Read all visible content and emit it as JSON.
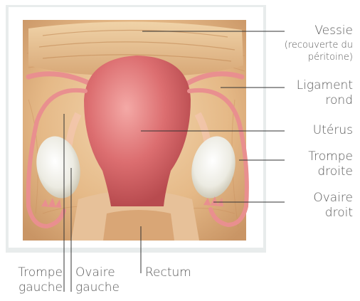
{
  "colors": {
    "label_text": "#5a5a5a",
    "leader_line": "#333333",
    "tissue": "#e2b98a",
    "uterus": "#d8676a",
    "ovary": "#f3f1ea",
    "tube": "#e98f8f",
    "frame_shadow": "#dfe3e3"
  },
  "labels": {
    "vessie": "Vessie",
    "vessie_sub1": "(recouverte du",
    "vessie_sub2": "péritoine)",
    "ligament1": "Ligament",
    "ligament2": "rond",
    "uterus": "Utérus",
    "trompe_d1": "Trompe",
    "trompe_d2": "droite",
    "ovaire_d1": "Ovaire",
    "ovaire_d2": "droit",
    "rectum": "Rectum",
    "trompe_g1": "Trompe",
    "trompe_g2": "gauche",
    "ovaire_g1": "Ovaire",
    "ovaire_g2": "gauche"
  }
}
